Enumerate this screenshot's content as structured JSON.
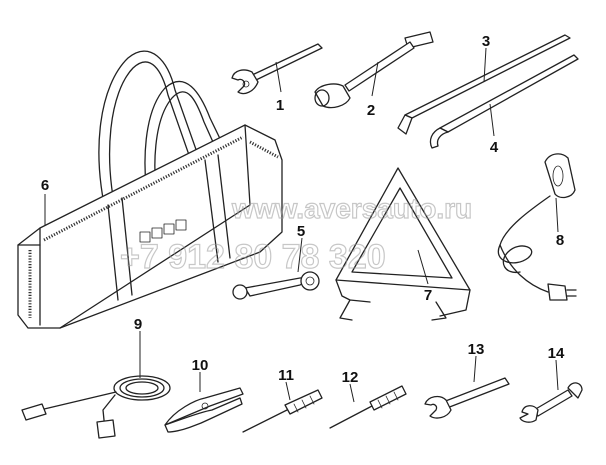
{
  "watermark": {
    "line1": "www.aversauto.ru",
    "line2": "+7 912 80 78 320"
  },
  "callouts": [
    "1",
    "2",
    "3",
    "4",
    "5",
    "6",
    "7",
    "8",
    "9",
    "10",
    "11",
    "12",
    "13",
    "14"
  ]
}
